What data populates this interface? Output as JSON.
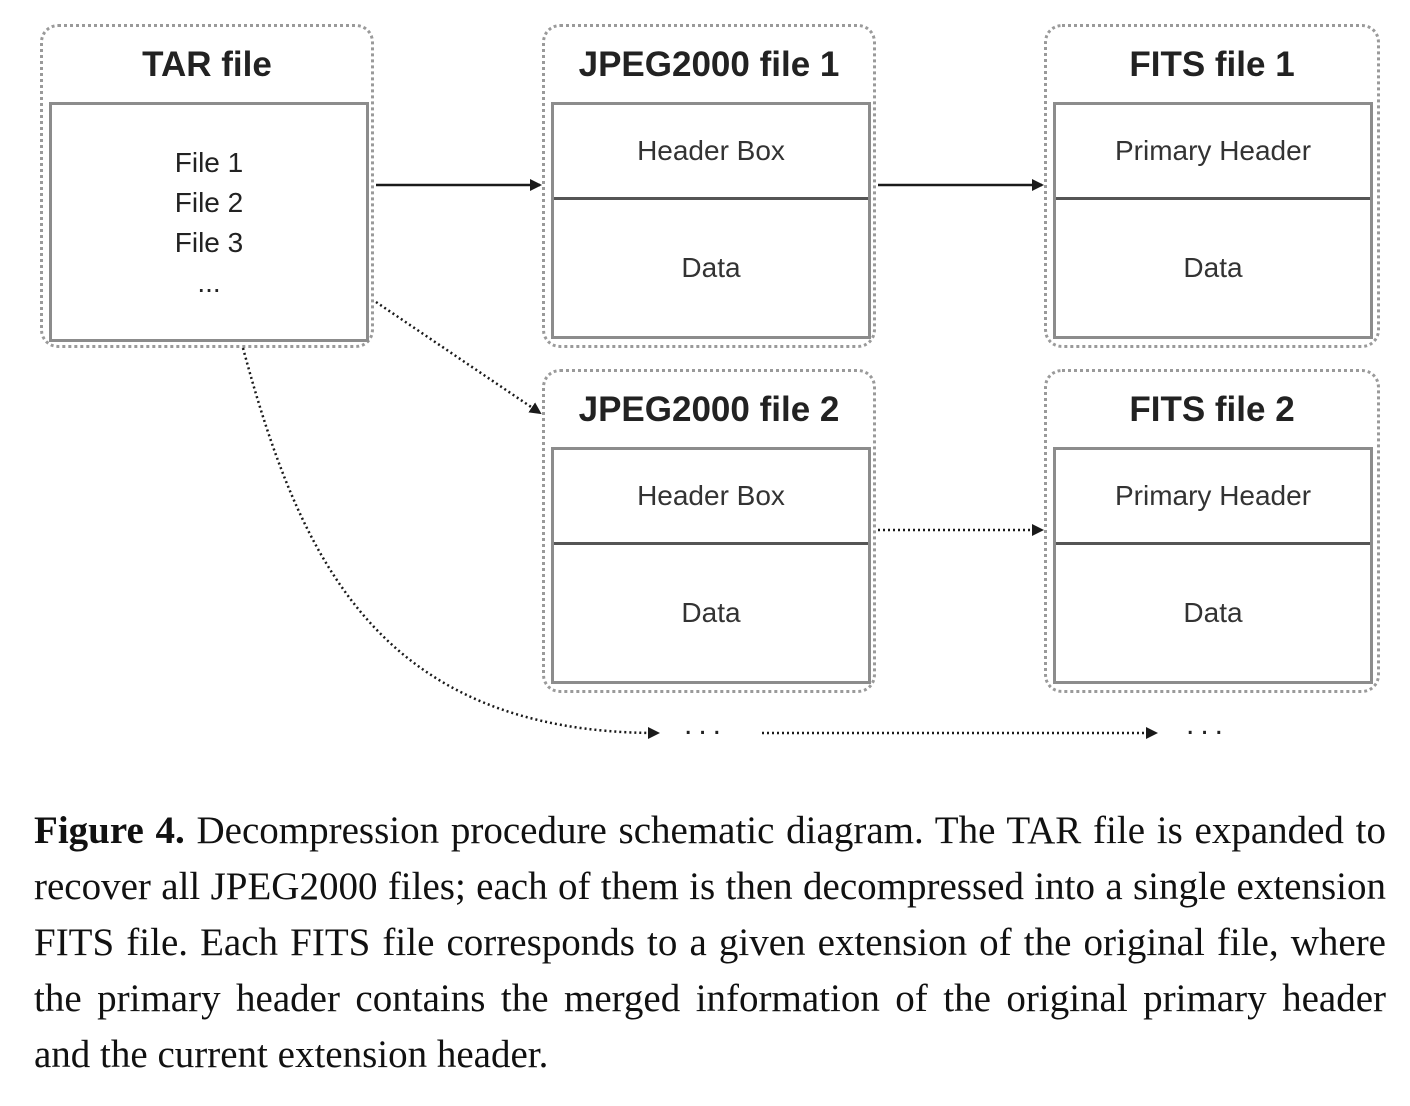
{
  "tar_group": {
    "title": "TAR file",
    "files": [
      "File 1",
      "File 2",
      "File 3",
      "..."
    ]
  },
  "jpeg_groups": [
    {
      "title": "JPEG2000 file 1",
      "header": "Header Box",
      "data": "Data"
    },
    {
      "title": "JPEG2000 file 2",
      "header": "Header Box",
      "data": "Data"
    }
  ],
  "fits_groups": [
    {
      "title": "FITS file 1",
      "header": "Primary Header",
      "data": "Data"
    },
    {
      "title": "FITS file 2",
      "header": "Primary Header",
      "data": "Data"
    }
  ],
  "continuation": {
    "jpeg_ellipsis": "...",
    "fits_ellipsis": "..."
  },
  "caption": {
    "label": "Figure 4.",
    "text": "Decompression procedure schematic diagram. The TAR file is expanded to recover all JPEG2000 files; each of them is then decompressed into a single extension FITS file. Each FITS file corresponds to a given extension of the original file, where the primary header contains the merged information of the original primary header and the current extension header."
  },
  "colors": {
    "group_border": "#9a9a9a",
    "panel_border": "#8c8c8c",
    "divider": "#555555",
    "arrow": "#1a1a1a"
  }
}
